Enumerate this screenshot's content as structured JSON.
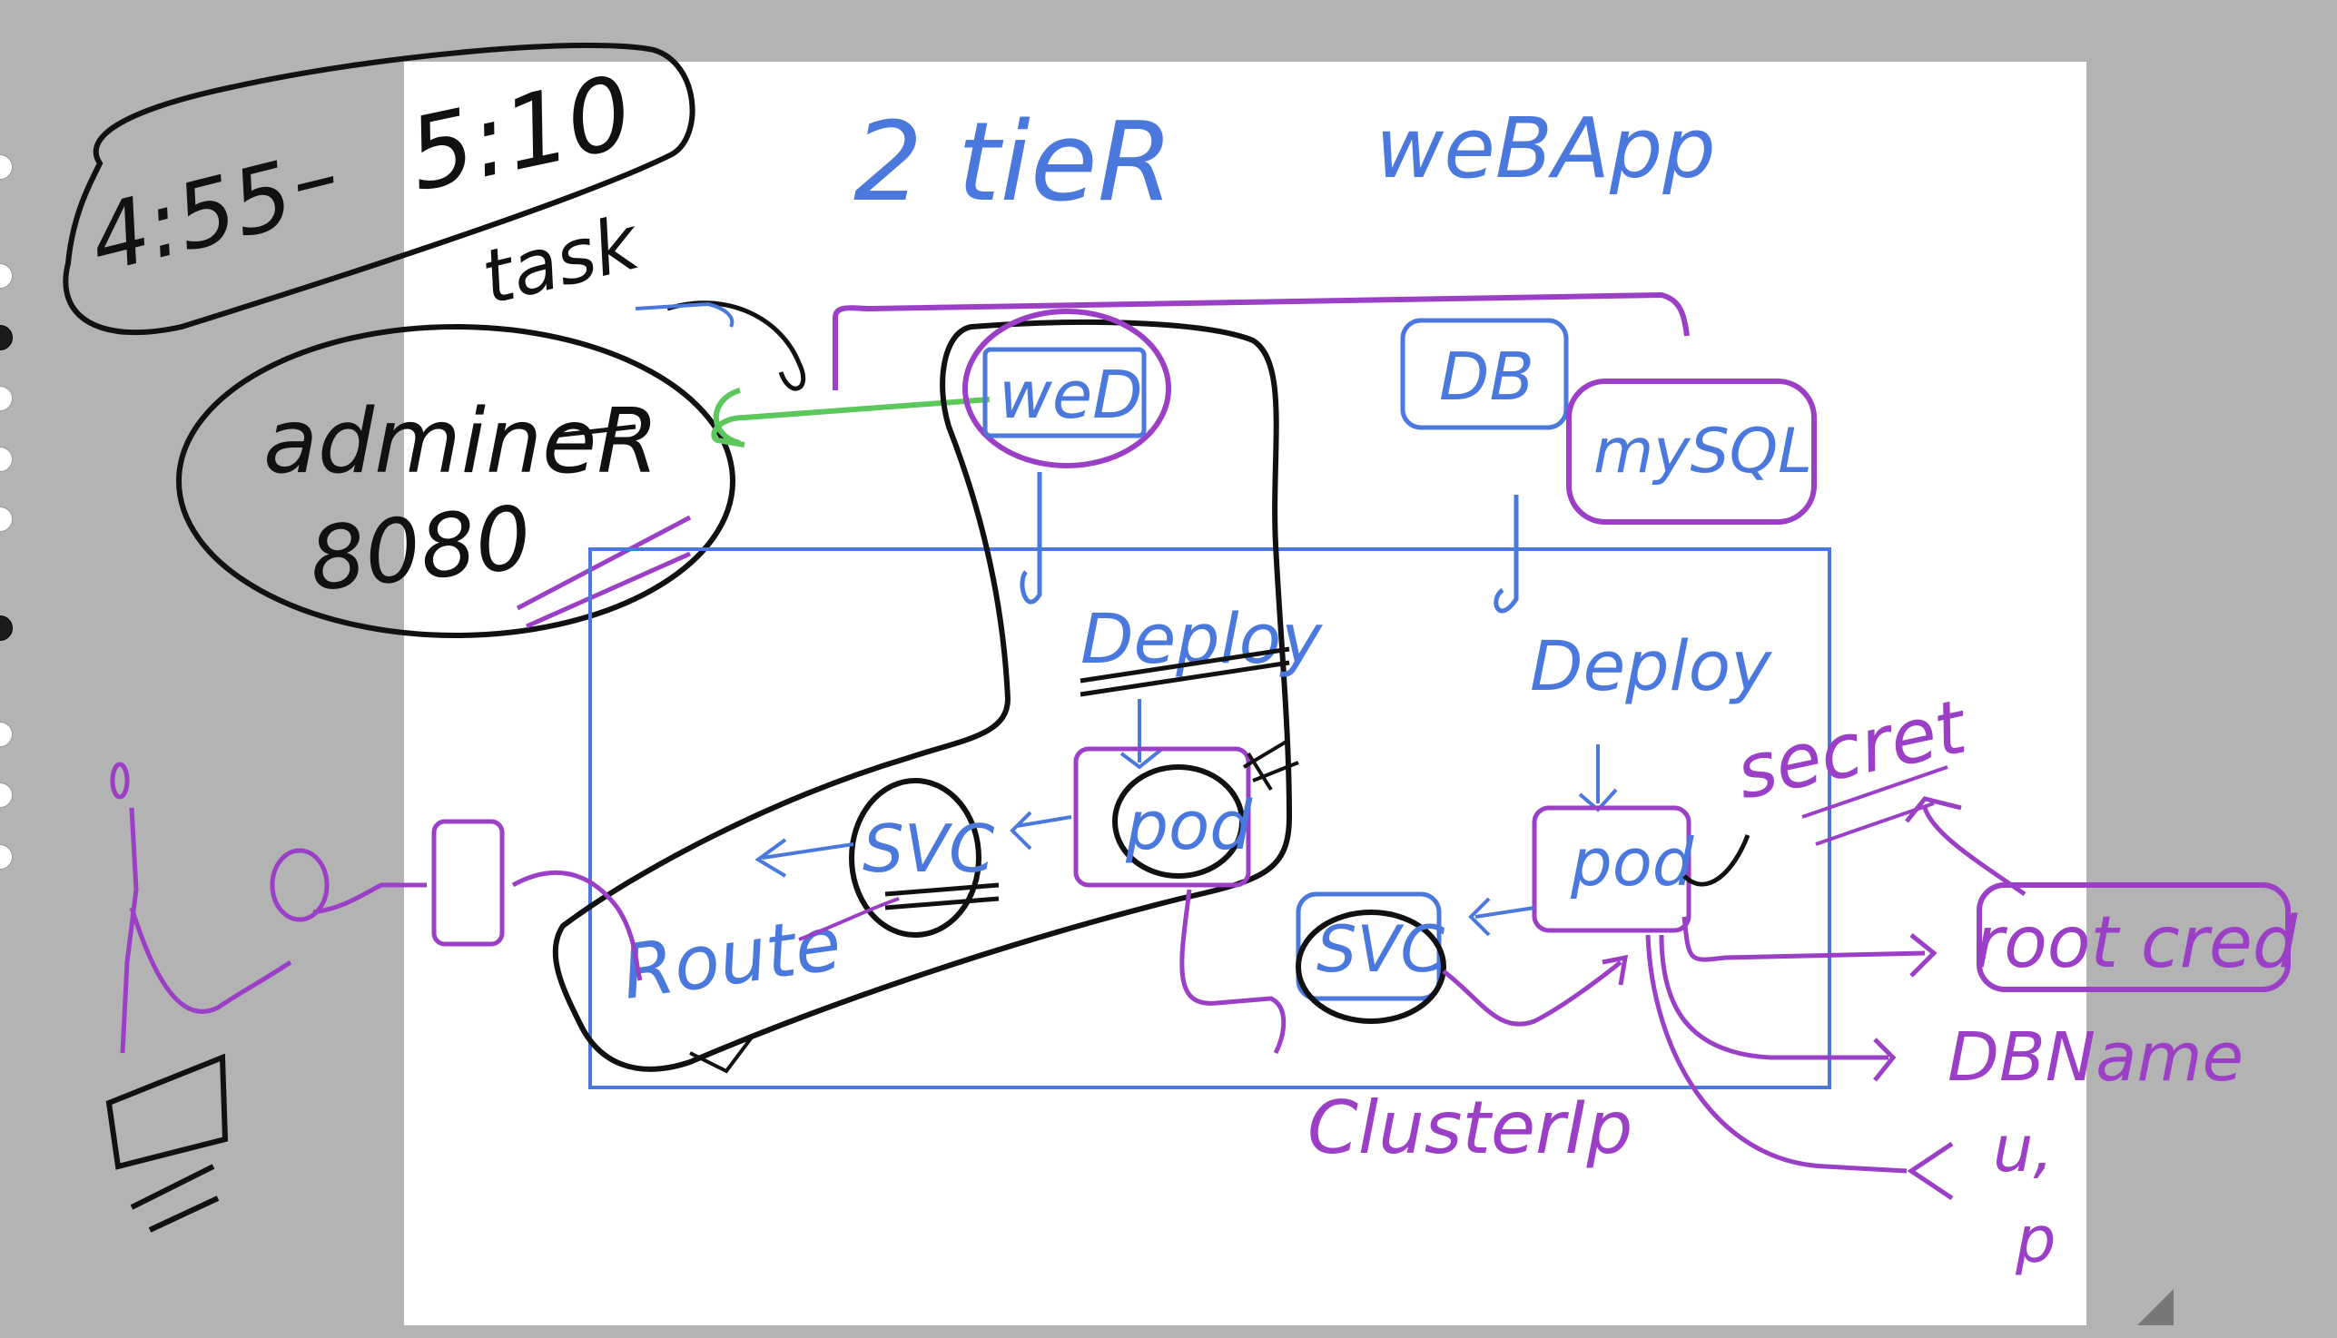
{
  "colors": {
    "background": "#b3b3b3",
    "paper": "#ffffff",
    "ink_black": "#111111",
    "ink_blue": "#4a78dc",
    "ink_purple": "#9b3fc7",
    "ink_green": "#5cc85c"
  },
  "time_range": {
    "start": "4:55",
    "dash": "–",
    "end": "5:10",
    "note": "task"
  },
  "title": {
    "left": "2 tieR",
    "right": "weBApp"
  },
  "admin_bubble": {
    "name": "admineR",
    "port": "8080"
  },
  "nodes": {
    "web": "weD",
    "db": "DB",
    "mysql": "mySQL",
    "deploy_web": "Deploy",
    "deploy_db": "Deploy",
    "pod_web": "pod",
    "pod_db": "pod",
    "svc_web": "SVC",
    "svc_db": "SVC",
    "route": "Route",
    "cluster_ip": "ClusterIp",
    "secret": "secret",
    "root_cred": "root cred",
    "db_name": "DBName",
    "user_pass": [
      "u,",
      "p"
    ]
  },
  "toolbar": {
    "dots": [
      {
        "name": "tool-dot-1",
        "active": false
      },
      {
        "name": "tool-dot-2",
        "active": false
      },
      {
        "name": "tool-dot-3",
        "active": true
      },
      {
        "name": "tool-dot-4",
        "active": false
      },
      {
        "name": "tool-dot-5",
        "active": false
      },
      {
        "name": "tool-dot-6",
        "active": false
      },
      {
        "name": "tool-dot-7",
        "active": true
      },
      {
        "name": "tool-dot-8",
        "active": false
      },
      {
        "name": "tool-dot-9",
        "active": false
      },
      {
        "name": "tool-dot-10",
        "active": false
      }
    ]
  },
  "icons": [
    "user-figure-icon",
    "mobile-device-icon",
    "laptop-icon"
  ]
}
